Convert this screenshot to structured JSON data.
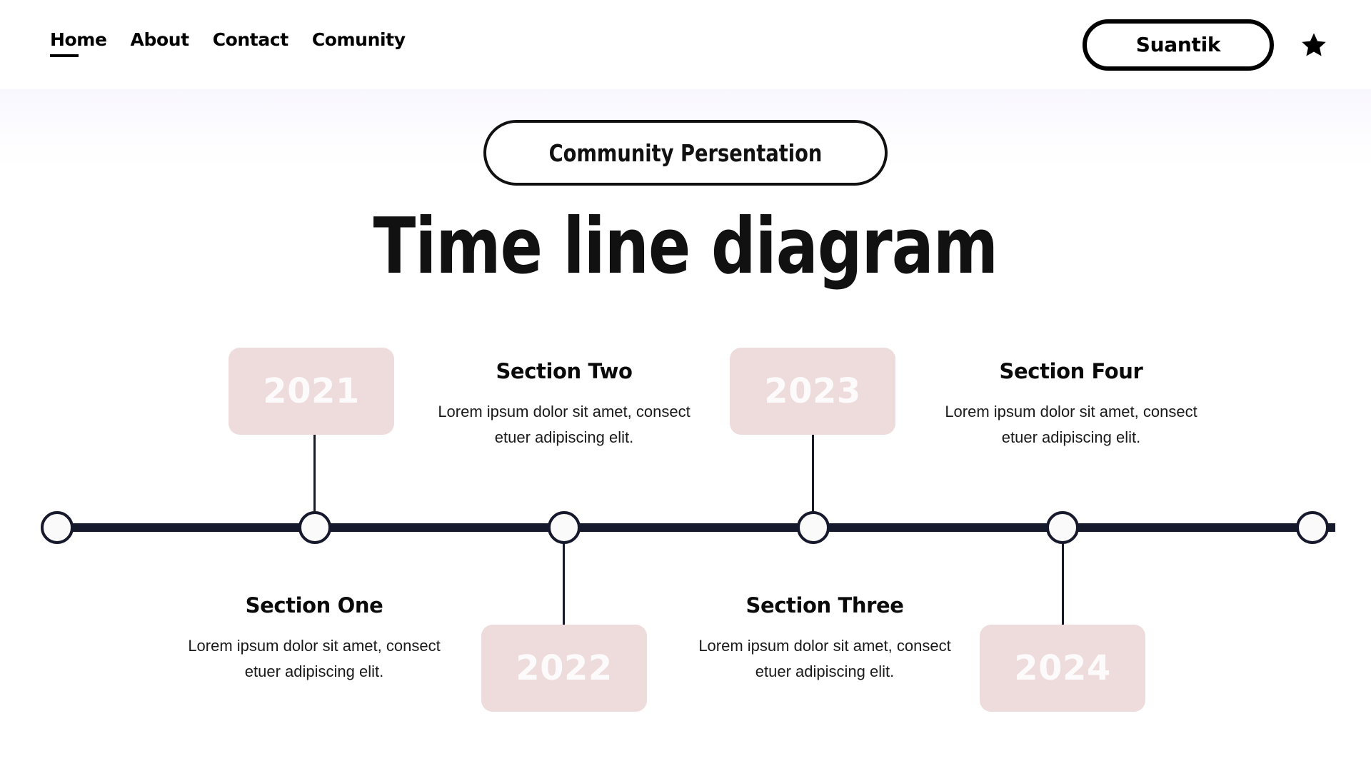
{
  "navbar": {
    "links": [
      {
        "label": "Home",
        "active": true
      },
      {
        "label": "About",
        "active": false
      },
      {
        "label": "Contact",
        "active": false
      },
      {
        "label": "Comunity",
        "active": false
      }
    ],
    "brand_button_label": "Suantik",
    "star_icon": "star-icon"
  },
  "hero": {
    "badge_label": "Community Persentation",
    "title": "Time line diagram"
  },
  "colors": {
    "ink": "#16182c",
    "chip_pink": "#eedbdb",
    "chip_text": "#fcfafa",
    "black": "#000000",
    "hero_gradient_top": "#f8f7fe"
  },
  "timeline": {
    "years": [
      {
        "value": "2021",
        "position": "above"
      },
      {
        "value": "2022",
        "position": "below"
      },
      {
        "value": "2023",
        "position": "above"
      },
      {
        "value": "2024",
        "position": "below"
      }
    ],
    "sections": [
      {
        "title": "Section One",
        "body": "Lorem ipsum dolor sit amet, consect etuer adipiscing elit.",
        "position": "below"
      },
      {
        "title": "Section Two",
        "body": "Lorem ipsum dolor sit amet, consect etuer adipiscing elit.",
        "position": "above"
      },
      {
        "title": "Section Three",
        "body": "Lorem ipsum dolor sit amet, consect etuer adipiscing elit.",
        "position": "below"
      },
      {
        "title": "Section Four",
        "body": "Lorem ipsum dolor sit amet, consect etuer adipiscing elit.",
        "position": "above"
      }
    ],
    "node_count": 6
  }
}
